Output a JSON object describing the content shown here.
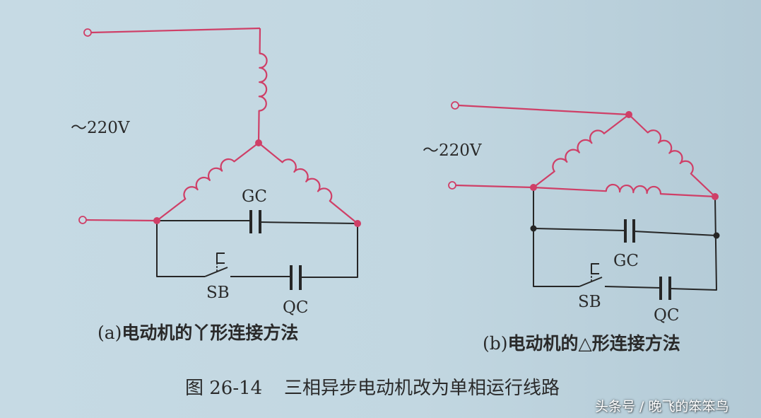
{
  "diagram_a": {
    "supply_voltage": "～220V",
    "capacitor_gc": "GC",
    "switch_sb": "SB",
    "capacitor_qc": "QC",
    "caption_prefix": "(a)",
    "caption_text": "电动机的丫形连接方法"
  },
  "diagram_b": {
    "supply_voltage": "～220V",
    "capacitor_gc": "GC",
    "switch_sb": "SB",
    "capacitor_qc": "QC",
    "caption_prefix": "(b)",
    "caption_text": "电动机的△形连接方法"
  },
  "figure": {
    "number": "图 26-14",
    "title": "三相异步电动机改为单相运行线路"
  },
  "watermark": "头条号 / 晚飞的笨笨鸟",
  "colors": {
    "winding": "#cf3f67",
    "wire": "#262626",
    "paper": "#c6dae4"
  }
}
